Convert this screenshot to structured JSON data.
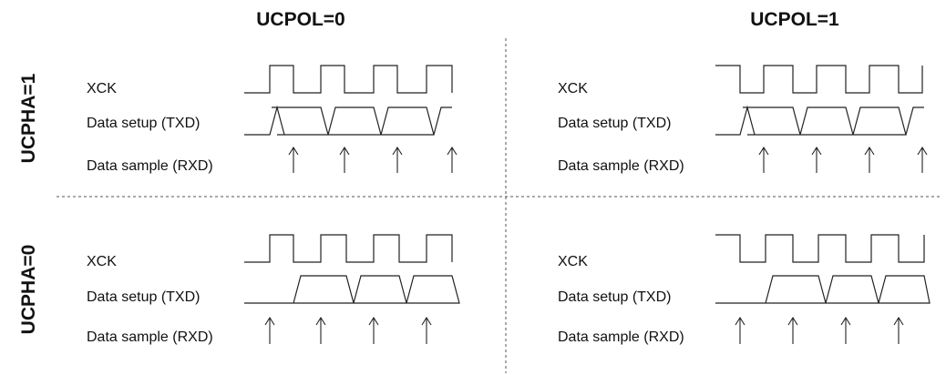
{
  "columns": [
    {
      "label": "UCPOL=0",
      "clock_idle": "low"
    },
    {
      "label": "UCPOL=1",
      "clock_idle": "high"
    }
  ],
  "rows": [
    {
      "label": "UCPHA=1",
      "sample_edge": "second"
    },
    {
      "label": "UCPHA=0",
      "sample_edge": "first"
    }
  ],
  "signal_labels": {
    "clock": "XCK",
    "setup": "Data setup (TXD)",
    "sample": "Data sample (RXD)"
  }
}
